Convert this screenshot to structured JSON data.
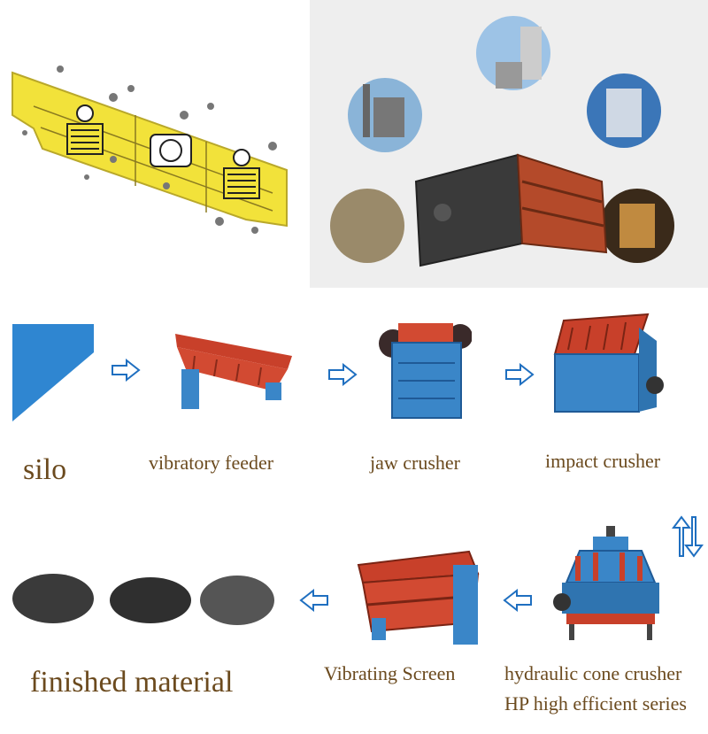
{
  "labels": {
    "silo": "silo",
    "vibratory_feeder": "vibratory feeder",
    "jaw_crusher": "jaw crusher",
    "impact_crusher": "impact crusher",
    "finished_material": "finished material",
    "vibrating_screen": "Vibrating Screen",
    "hydraulic_cone_crusher": "hydraulic cone crusher",
    "hp_series": "HP high efficient series"
  },
  "colors": {
    "label_text": "#6b4a1e",
    "arrow_blue": "#1f6fc0",
    "machine_blue": "#3a86c8",
    "machine_red": "#c8402a",
    "screen_yellow": "#f2e23a"
  }
}
